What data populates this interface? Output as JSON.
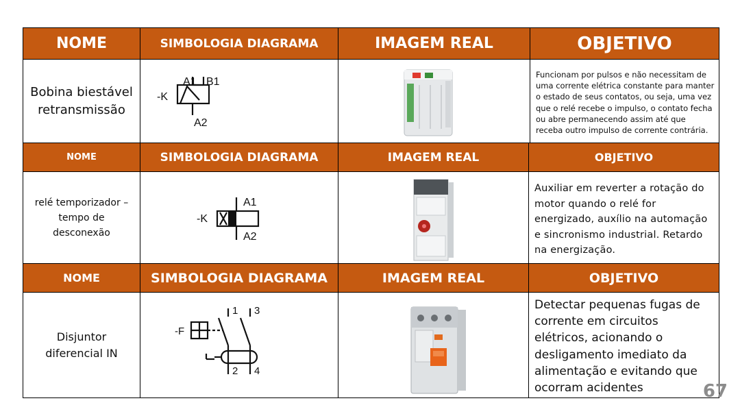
{
  "tables": [
    {
      "header": {
        "nome": "NOME",
        "simbologia": "SIMBOLOGIA DIAGRAMA",
        "imagem": "IMAGEM REAL",
        "objetivo": "OBJETIVO"
      },
      "row": {
        "nome": "Bobina biestável retransmissão",
        "symbol": {
          "ref": "-K",
          "t1": "A1",
          "t2": "B1",
          "t3": "A2"
        },
        "objetivo": "Funcionam por pulsos e não necessitam de uma corrente elétrica constante para manter o estado de seus contatos, ou seja, uma vez que o relé recebe o impulso, o contato fecha ou abre permanecendo assim até que receba outro impulso de corrente contrária."
      }
    },
    {
      "header": {
        "nome": "NOME",
        "simbologia": "SIMBOLOGIA DIAGRAMA",
        "imagem": "IMAGEM REAL",
        "objetivo": "OBJETIVO"
      },
      "row": {
        "nome": "relé temporizador – tempo de desconexão",
        "symbol": {
          "ref": "-K",
          "t1": "A1",
          "t2": "A2"
        },
        "objetivo": "Auxiliar em reverter a rotação do motor quando o relé for energizado, auxílio na automação e sincronismo industrial. Retardo na energização."
      }
    },
    {
      "header": {
        "nome": "NOME",
        "simbologia": "SIMBOLOGIA DIAGRAMA",
        "imagem": "IMAGEM REAL",
        "objetivo": "OBJETIVO"
      },
      "row": {
        "nome": "Disjuntor diferencial IN",
        "symbol": {
          "ref": "-F",
          "t1": "1",
          "t2": "3",
          "t3": "2",
          "t4": "4"
        },
        "objetivo": "Detectar pequenas fugas de corrente em circuitos elétricos, acionando o desligamento imediato da alimentação e evitando que ocorram acidentes"
      }
    }
  ],
  "page_number": "67"
}
